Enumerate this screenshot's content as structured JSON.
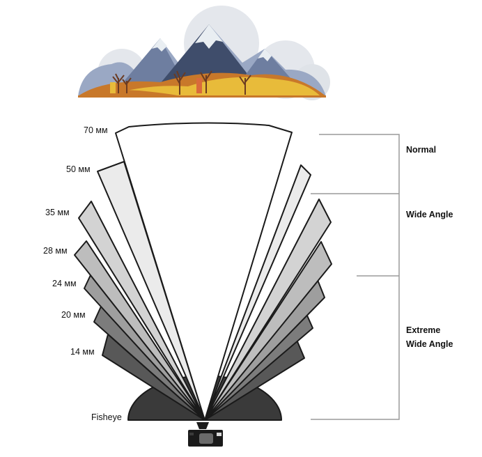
{
  "landscape": {
    "icon": "mountain-landscape-icon",
    "colors": {
      "sky_circle": "#dfe3e8",
      "mountain_dark": "#3f4d6b",
      "mountain_mid": "#6e7ea0",
      "mountain_light": "#9aa8c4",
      "snow": "#e9eef2",
      "field_orange": "#c8782a",
      "field_yellow": "#e8bb3a",
      "tree": "#6b3b22"
    }
  },
  "lenses": [
    {
      "id": "fisheye",
      "label": "Fisheye",
      "fill": "#3a3a3a"
    },
    {
      "id": "14mm",
      "label": "14 мм",
      "fill": "#585858"
    },
    {
      "id": "20mm",
      "label": "20 мм",
      "fill": "#7c7c7c"
    },
    {
      "id": "24mm",
      "label": "24 мм",
      "fill": "#9e9e9e"
    },
    {
      "id": "28mm",
      "label": "28 мм",
      "fill": "#bdbdbd"
    },
    {
      "id": "35mm",
      "label": "35 мм",
      "fill": "#d3d3d3"
    },
    {
      "id": "50mm",
      "label": "50 мм",
      "fill": "#ebebeb"
    },
    {
      "id": "70mm",
      "label": "70 мм",
      "fill": "#ffffff"
    }
  ],
  "categories": [
    {
      "id": "normal",
      "label": "Normal"
    },
    {
      "id": "wide",
      "label": "Wide Angle"
    },
    {
      "id": "extreme",
      "label_line1": "Extreme",
      "label_line2": "Wide Angle"
    }
  ],
  "camera": {
    "icon": "camera-icon"
  }
}
